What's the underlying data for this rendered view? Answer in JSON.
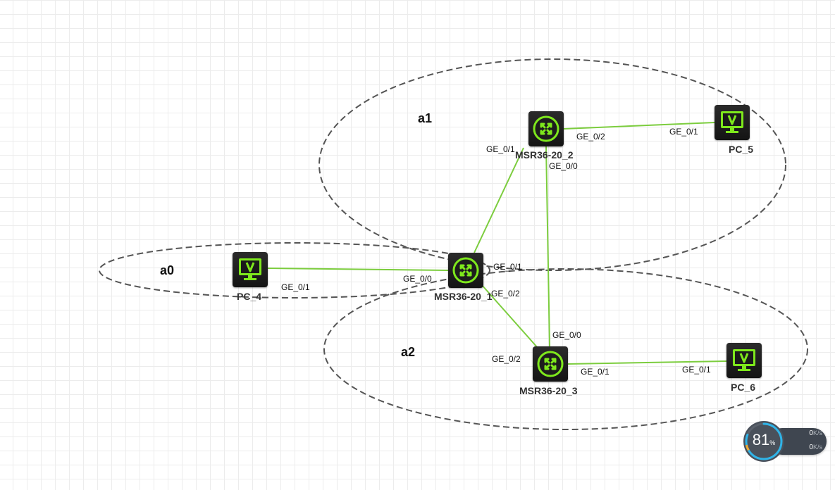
{
  "areas": [
    {
      "label": "a1"
    },
    {
      "label": "a0"
    },
    {
      "label": "a2"
    }
  ],
  "devices": {
    "msr1": {
      "label": "MSR36-20_1",
      "icon": "router-icon"
    },
    "msr2": {
      "label": "MSR36-20_2",
      "icon": "router-icon"
    },
    "msr3": {
      "label": "MSR36-20_3",
      "icon": "router-icon"
    },
    "pc4": {
      "label": "PC_4",
      "icon": "pc-monitor-icon"
    },
    "pc5": {
      "label": "PC_5",
      "icon": "pc-monitor-icon"
    },
    "pc6": {
      "label": "PC_6",
      "icon": "pc-monitor-icon"
    }
  },
  "ports": {
    "pc4_ge01": "GE_0/1",
    "msr1_ge00": "GE_0/0",
    "msr1_ge01": "GE_0/1",
    "msr1_ge02": "GE_0/2",
    "msr2_ge01": "GE_0/1",
    "msr2_ge02": "GE_0/2",
    "msr2_ge00": "GE_0/0",
    "pc5_ge01": "GE_0/1",
    "msr3_ge00": "GE_0/0",
    "msr3_ge02": "GE_0/2",
    "msr3_ge01": "GE_0/1",
    "pc6_ge01": "GE_0/1"
  },
  "colors": {
    "link": "#7ccd3e",
    "device_accent": "#7ee81c",
    "area_border": "#555555",
    "gauge_ring": "#2fb4e8"
  },
  "network_monitor": {
    "usage_value": "81",
    "usage_unit": "%",
    "usage_level": 0.81,
    "upload_value": "0",
    "upload_unit": "K/s",
    "download_value": "0",
    "download_unit": "K/s"
  }
}
